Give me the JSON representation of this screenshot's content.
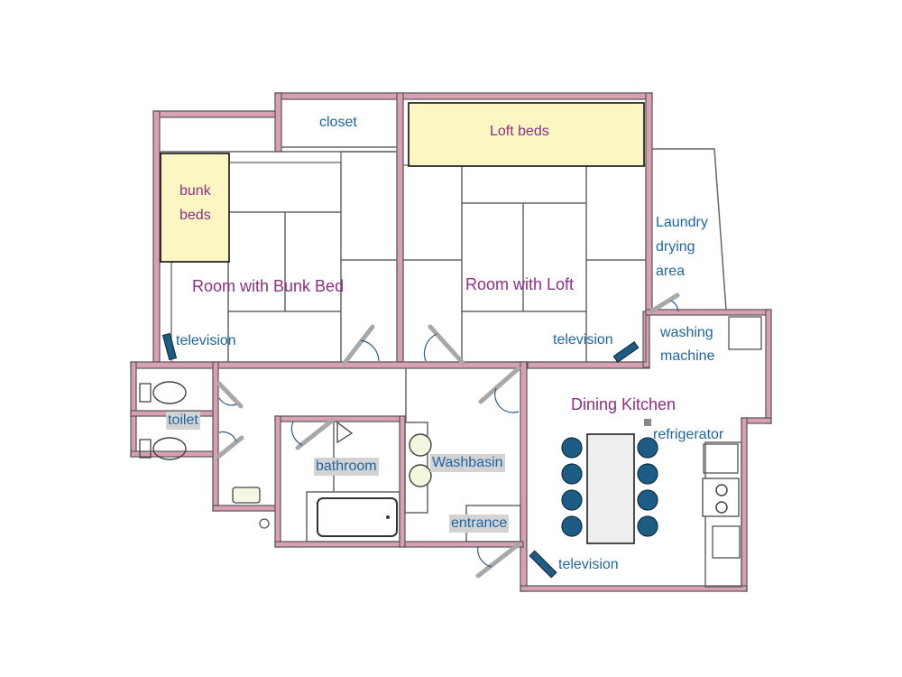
{
  "floor_plan": {
    "rooms": {
      "bunk_room": "Room with Bunk Bed",
      "loft_room": "Room with Loft",
      "dining_kitchen": "Dining Kitchen"
    },
    "furniture": {
      "closet": "closet",
      "loft_beds": "Loft beds",
      "bunk_beds": "bunk\nbeds",
      "laundry": "Laundry\ndrying\narea",
      "washing_machine": "washing\nmachine",
      "refrigerator": "refrigerator",
      "toilet": "toilet",
      "bathroom": "bathroom",
      "washbasin": "Washbasin",
      "entrance": "entrance",
      "tv_bunk": "television",
      "tv_loft": "television",
      "tv_kitchen": "television"
    },
    "colors": {
      "wall": "#d9a0b4",
      "bed": "#fbf6c2",
      "room_label": "#8e2e86",
      "item_label": "#1e66a3",
      "chair": "#1d5c84"
    }
  }
}
